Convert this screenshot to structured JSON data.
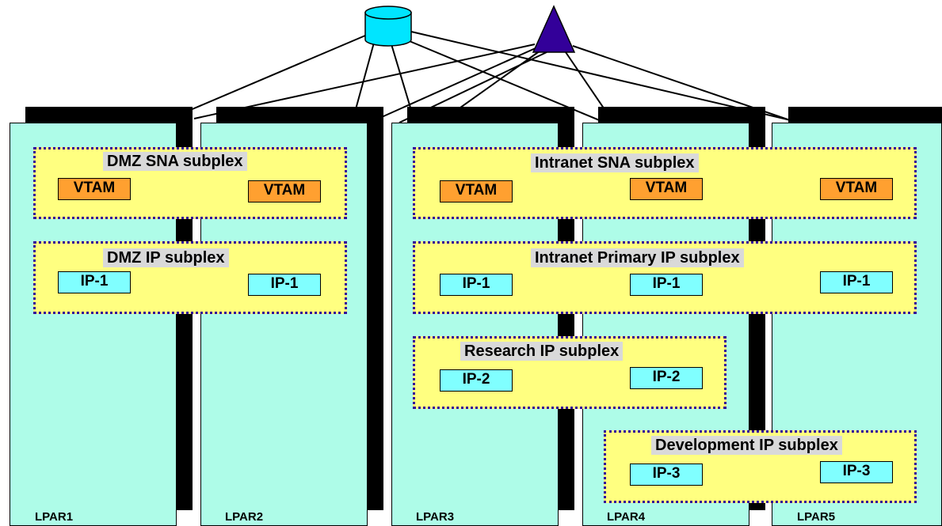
{
  "lpars": [
    "LPAR1",
    "LPAR2",
    "LPAR3",
    "LPAR4",
    "LPAR5"
  ],
  "subplexes": {
    "dmz_sna": {
      "title": "DMZ SNA subplex",
      "members": [
        "VTAM",
        "VTAM"
      ]
    },
    "dmz_ip": {
      "title": "DMZ IP subplex",
      "members": [
        "IP-1",
        "IP-1"
      ]
    },
    "intranet_sna": {
      "title": "Intranet SNA subplex",
      "members": [
        "VTAM",
        "VTAM",
        "VTAM"
      ]
    },
    "intranet_primary_ip": {
      "title": "Intranet Primary IP subplex",
      "members": [
        "IP-1",
        "IP-1",
        "IP-1"
      ]
    },
    "research_ip": {
      "title": "Research IP subplex",
      "members": [
        "IP-2",
        "IP-2"
      ]
    },
    "development_ip": {
      "title": "Development IP subplex",
      "members": [
        "IP-3",
        "IP-3"
      ]
    }
  },
  "colors": {
    "lpar": "#aefce8",
    "subplex": "#ffff80",
    "subplex_border": "#330099",
    "vtam": "#ffa030",
    "ip": "#80ffff",
    "database": "#00e5ff",
    "triangle": "#330099"
  },
  "icons": [
    "database-icon",
    "triangle-icon"
  ]
}
